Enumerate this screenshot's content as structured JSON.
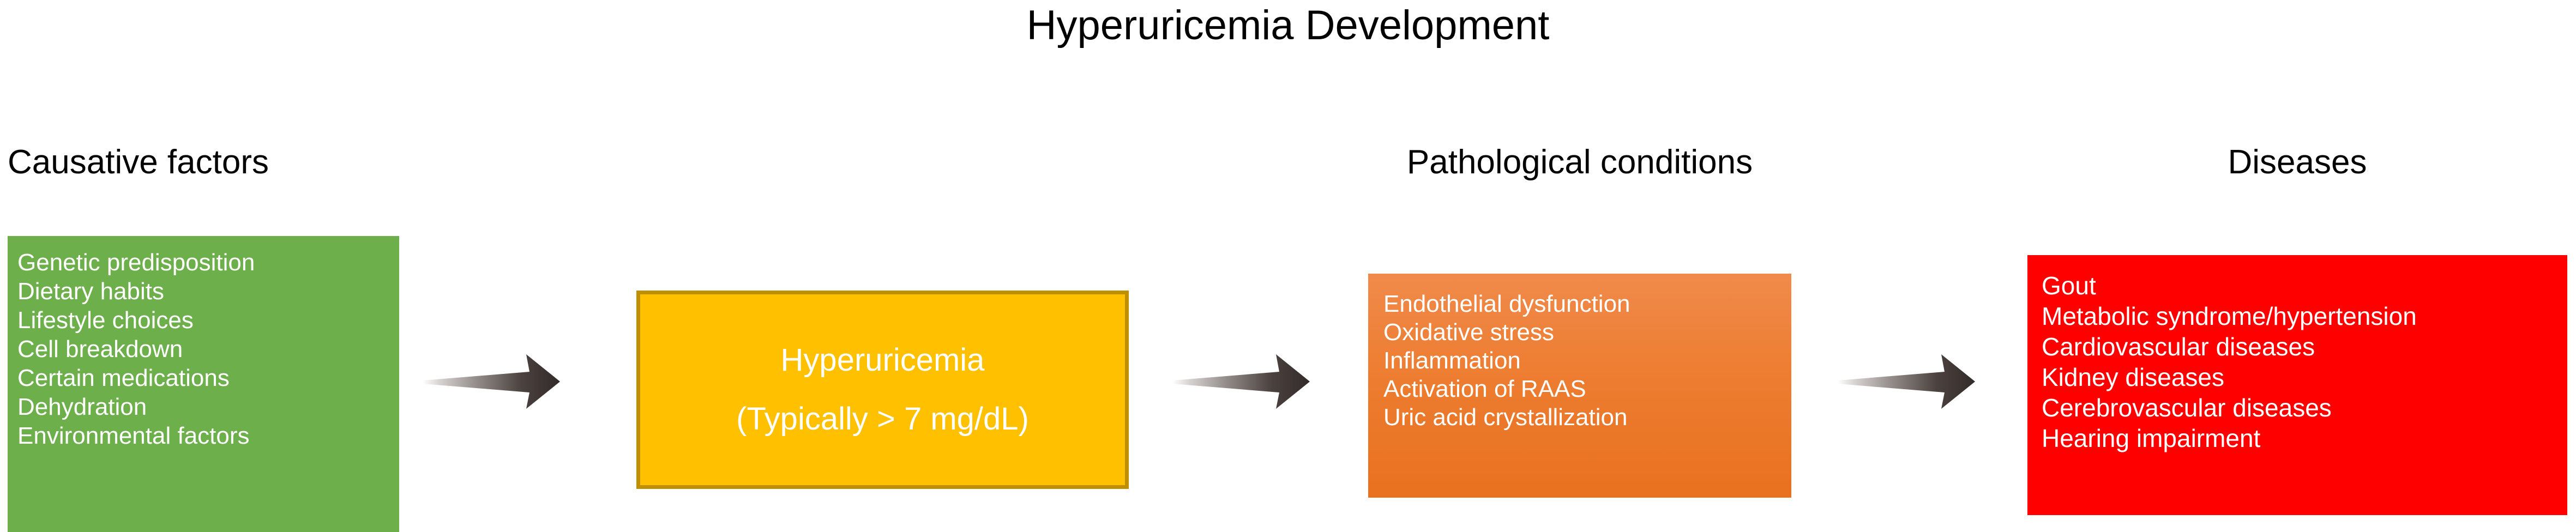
{
  "title": "Hyperuricemia Development",
  "palette": {
    "causative_fill": "#6CAF4B",
    "hyperuricemia_fill": "#FFC000",
    "hyperuricemia_border": "#BF8F00",
    "pathological_fill": "#ED7D31",
    "diseases_fill": "#FF0000",
    "text_on_box": "#FFFFFF",
    "heading_text": "#000000",
    "arrow_dark": "#3B3230",
    "arrow_light": "#FFFFFF"
  },
  "stages": {
    "causative": {
      "heading": "Causative factors",
      "items": [
        "Genetic  predisposition",
        "Dietary  habits",
        "Lifestyle choices",
        "Cell breakdown",
        "Certain medications",
        "Dehydration",
        "Environmental factors"
      ]
    },
    "hyperuricemia": {
      "heading": "",
      "line1": "Hyperuricemia",
      "line2": "(Typically > 7 mg/dL)"
    },
    "pathological": {
      "heading": "Pathological conditions",
      "items": [
        "Endothelial dysfunction",
        "Oxidative stress",
        "Inflammation",
        "Activation of RAAS",
        "Uric acid crystallization"
      ]
    },
    "diseases": {
      "heading": "Diseases",
      "items": [
        "Gout",
        "Metabolic syndrome/hypertension",
        "Cardiovascular diseases",
        "Kidney diseases",
        "Cerebrovascular diseases",
        "Hearing impairment"
      ]
    }
  },
  "arrows": [
    {
      "name": "arrow-causative-to-hyperuricemia",
      "direction": "right"
    },
    {
      "name": "arrow-hyperuricemia-to-pathological",
      "direction": "right"
    },
    {
      "name": "arrow-pathological-to-diseases",
      "direction": "right"
    }
  ]
}
